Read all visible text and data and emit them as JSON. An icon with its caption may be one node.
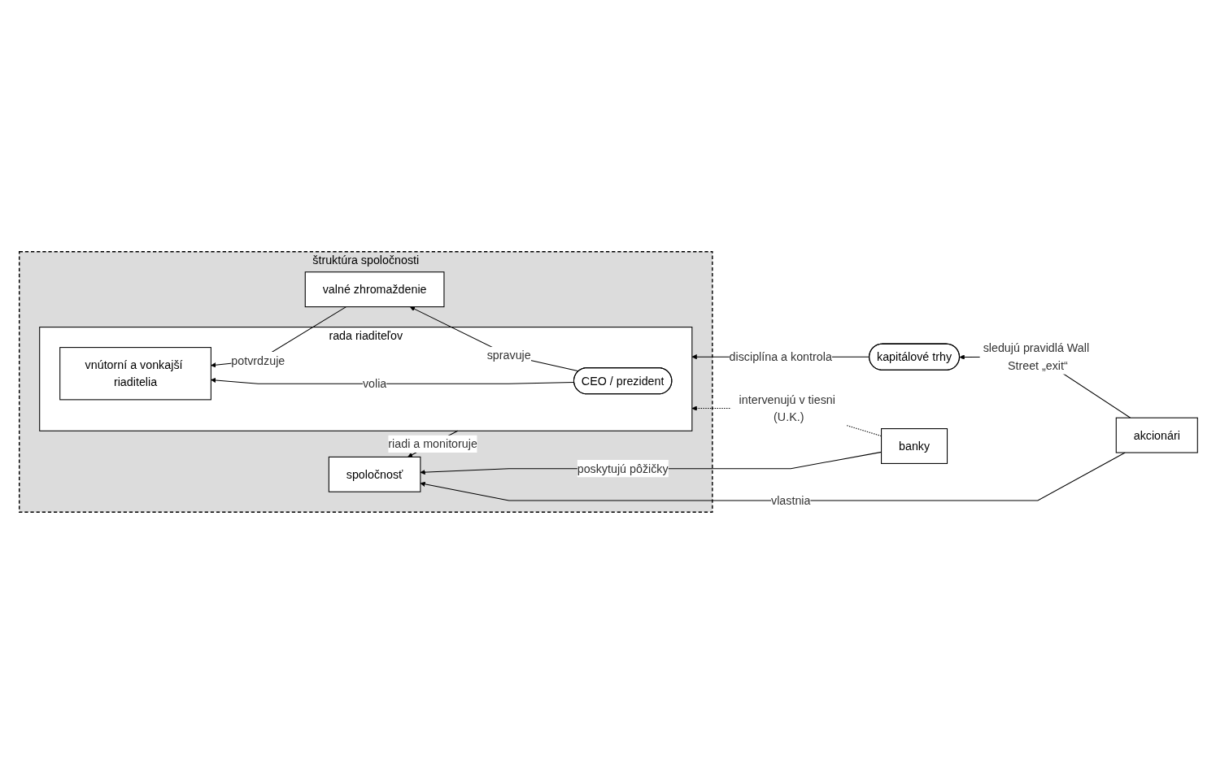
{
  "diagram": {
    "nodes": [
      {
        "text": [
          "štruktúra spoločnosti"
        ]
      },
      {
        "text": [
          "valné zhromaždenie"
        ],
        "in": 0
      },
      {
        "text": [
          "rada riaditeľov"
        ],
        "in": 0
      },
      {
        "text": [
          "CEO / prezident"
        ],
        "in": 2
      },
      {
        "text": [
          "vnútorní a vonkajší riaditelia"
        ],
        "in": 2
      },
      {
        "text": [
          "spoločnosť"
        ],
        "in": 0
      },
      {
        "text": [
          "kapitálové trhy"
        ]
      },
      {
        "text": [
          "akcionári"
        ]
      },
      {
        "text": [
          "banky"
        ]
      }
    ],
    "edges": [
      {
        "from": 3,
        "to": 1,
        "arrow": "to",
        "label": "spravuje"
      },
      {
        "from": 1,
        "to": 4,
        "arrow": "to",
        "label": "potvrdzuje"
      },
      {
        "from": 3,
        "to": 4,
        "arrow": "to",
        "label": "volia"
      },
      {
        "from": 2,
        "to": 5,
        "arrow": "to",
        "label": "riadi a monitoruje"
      },
      {
        "from": 6,
        "to": 2,
        "arrow": "to",
        "label": "disciplína a kontrola"
      },
      {
        "from": 7,
        "to": 6,
        "arrow": "to",
        "label": "sledujú pravidlá Wall Street „exit“"
      },
      {
        "from": 8,
        "to": 2,
        "arrow": "to",
        "label": "intervenujú v tiesni (U.K.)",
        "style": "dashed"
      },
      {
        "from": 8,
        "to": 5,
        "arrow": "to",
        "label": "poskytujú pôžičky"
      },
      {
        "from": 7,
        "to": 5,
        "arrow": "to",
        "label": "vlastnia"
      }
    ]
  }
}
